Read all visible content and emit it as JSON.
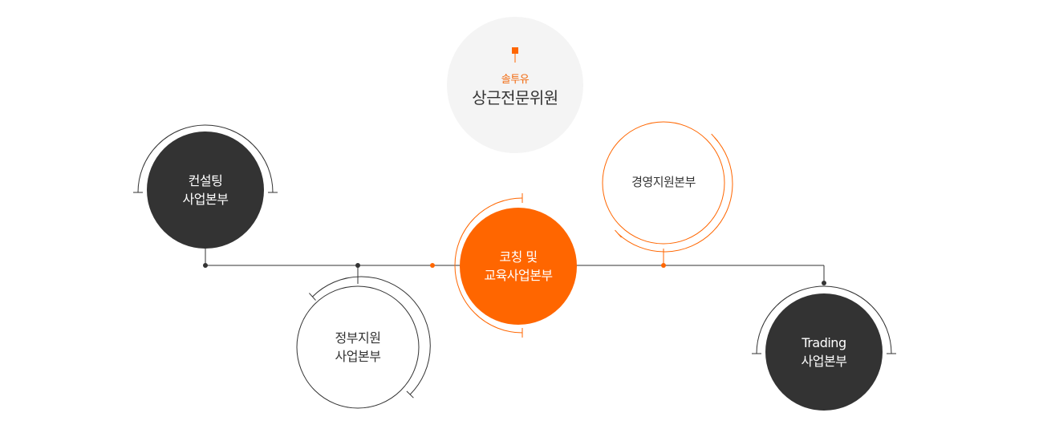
{
  "colors": {
    "accent": "#ff6600",
    "dark": "#333333",
    "line": "#333333",
    "advisor_bg": "#f4f4f4",
    "ring_light": "#ffffff"
  },
  "advisor": {
    "sub_label": "솔투유",
    "main_label": "상근전문위원"
  },
  "divisions": {
    "consulting": {
      "line1": "컨설팅",
      "line2": "사업본부"
    },
    "government": {
      "line1": "정부지원",
      "line2": "사업본부"
    },
    "coaching": {
      "line1": "코칭 및",
      "line2": "교육사업본부"
    },
    "management": {
      "line1": "경영지원본부"
    },
    "trading": {
      "line1": "Trading",
      "line2": "사업본부"
    }
  }
}
